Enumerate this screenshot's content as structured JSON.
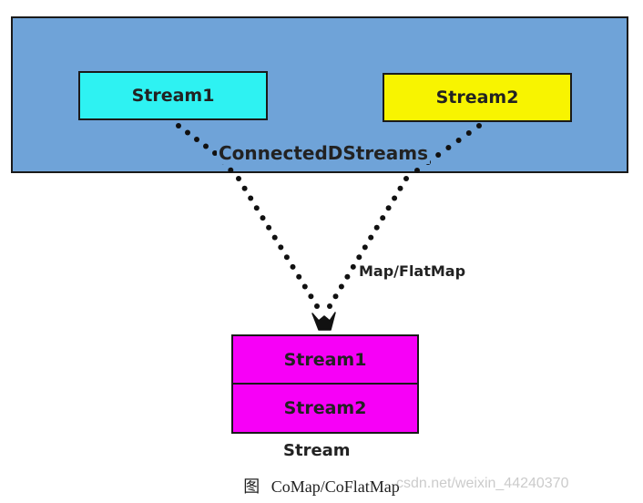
{
  "diagram": {
    "outer_label": "ConnectedDStreams",
    "input_streams": [
      {
        "label": "Stream1",
        "color": "#2ef2f2"
      },
      {
        "label": "Stream2",
        "color": "#f8f400"
      }
    ],
    "outer_color": "#6fa3d8",
    "operation_label": "Map/FlatMap",
    "output_streams": [
      {
        "label": "Stream1",
        "color": "#f700f7"
      },
      {
        "label": "Stream2",
        "color": "#f700f7"
      }
    ],
    "output_label": "Stream"
  },
  "caption": {
    "prefix": "图",
    "text": "CoMap/CoFlatMap"
  },
  "watermark": "csdn.net/weixin_44240370"
}
